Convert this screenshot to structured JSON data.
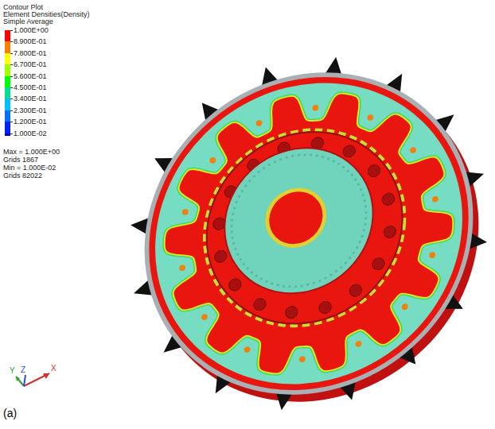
{
  "diagram": {
    "caption": "(a)",
    "labels": [
      "Contour Plot",
      "Element Densities(Density)",
      "Simple Average",
      "Max = 1.000E+00",
      "Grids 1867",
      "Min = 1.000E-02",
      "Grids 82022",
      "Y",
      "Z",
      "X"
    ],
    "legend": [
      {
        "text": "1.000E+00",
        "color": "#ff0000"
      },
      {
        "text": "8.900E-01",
        "color": "#ff8000"
      },
      {
        "text": "7.800E-01",
        "color": "#ffff00"
      },
      {
        "text": "6.700E-01",
        "color": "#a0ff00"
      },
      {
        "text": "5.600E-01",
        "color": "#00ff00"
      },
      {
        "text": "4.500E-01",
        "color": "#00e090"
      },
      {
        "text": "3.400E-01",
        "color": "#00c0ff"
      },
      {
        "text": "2.300E-01",
        "color": "#0070ff"
      },
      {
        "text": "1.200E-01",
        "color": "#0020ff"
      },
      {
        "text": "1.000E-02",
        "color": "#0000c0"
      }
    ]
  }
}
